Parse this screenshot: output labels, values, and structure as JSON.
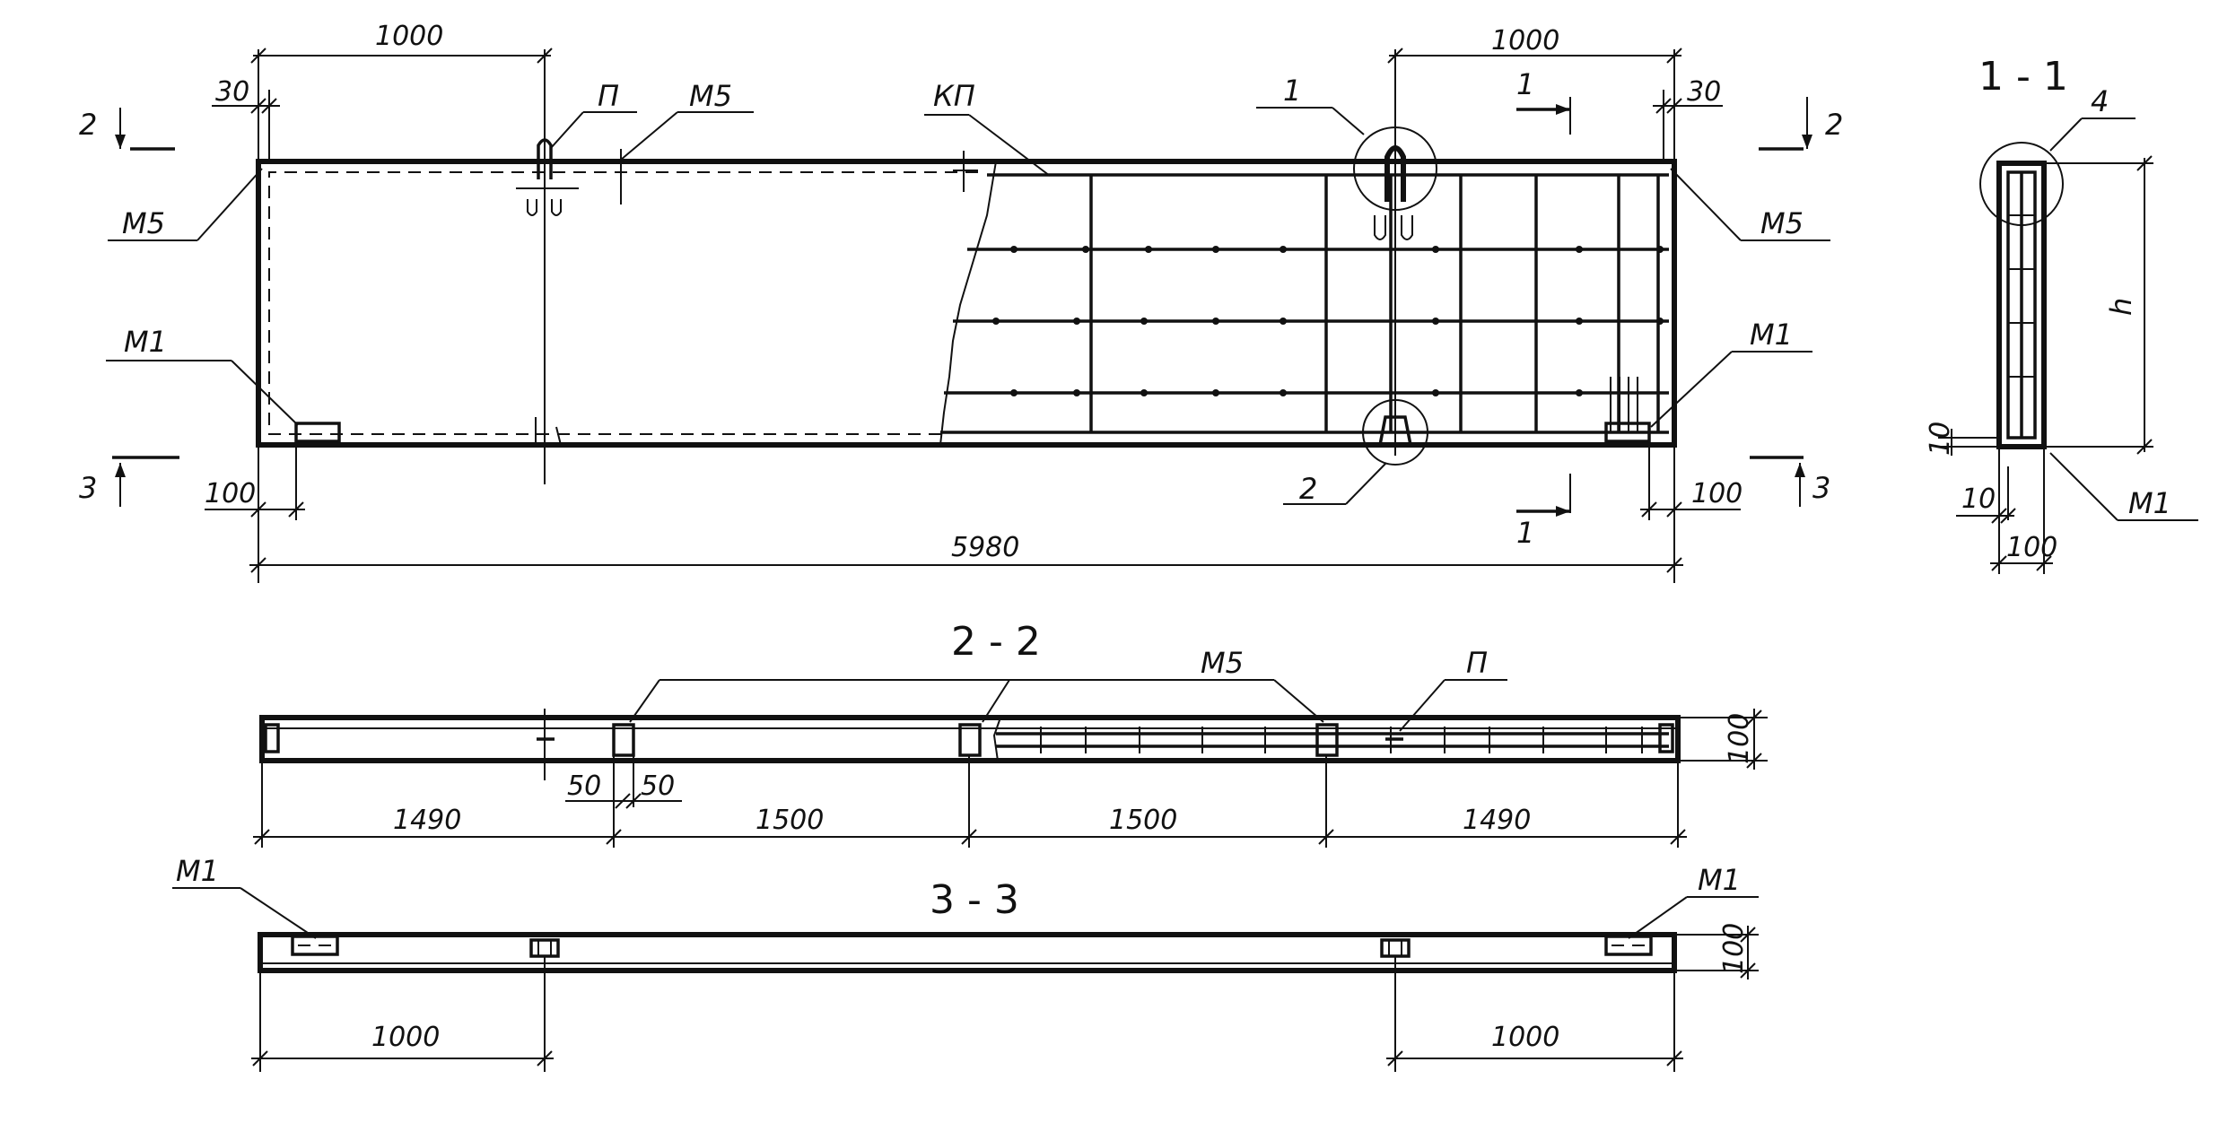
{
  "elevation": {
    "section_mark_2": "2",
    "section_mark_3": "3",
    "section_mark_1": "1",
    "dim_left_top": "1000",
    "dim_right_top": "1000",
    "dim_left_30": "30",
    "dim_right_30": "30",
    "dim_left_100": "100",
    "dim_right_100": "100",
    "dim_total": "5980",
    "label_P": "П",
    "label_M5_top": "М5",
    "label_M5_left": "М5",
    "label_M5_right": "М5",
    "label_KP": "КП",
    "label_M1_left": "М1",
    "label_M1_right": "М1",
    "callout_1": "1",
    "callout_2": "2"
  },
  "section_1_1": {
    "title": "1 - 1",
    "callout_4": "4",
    "label_h": "h",
    "dim_10_vert": "10",
    "dim_10_horiz": "10",
    "dim_100": "100",
    "label_M1": "М1"
  },
  "section_2_2": {
    "title": "2 - 2",
    "label_M5": "М5",
    "label_P": "П",
    "dim_1490_left": "1490",
    "dim_1500_a": "1500",
    "dim_1500_b": "1500",
    "dim_1490_right": "1490",
    "dim_50_a": "50",
    "dim_50_b": "50",
    "dim_100": "100"
  },
  "section_3_3": {
    "title": "3 - 3",
    "label_M1_left": "М1",
    "label_M1_right": "М1",
    "dim_1000_left": "1000",
    "dim_1000_right": "1000",
    "dim_100": "100"
  }
}
